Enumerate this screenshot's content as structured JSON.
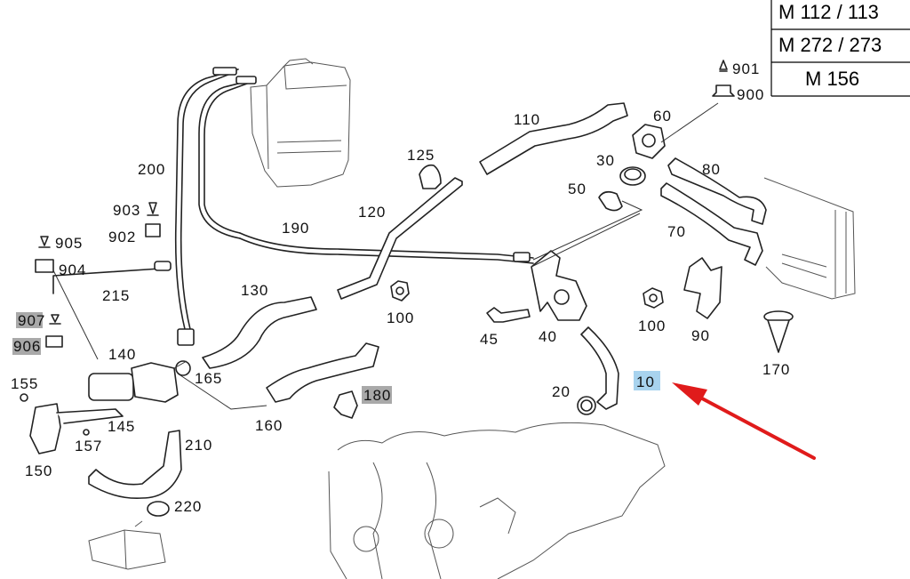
{
  "engine_codes": [
    "M 112 / 113",
    "M 272 / 273",
    "M 156"
  ],
  "colors": {
    "highlight_gray": "#a9a9a9",
    "highlight_blue": "#a8d3ee",
    "arrow_red": "#e01b1b"
  },
  "labels": {
    "p10": "10",
    "p20": "20",
    "p30": "30",
    "p40": "40",
    "p45": "45",
    "p50": "50",
    "p60": "60",
    "p70": "70",
    "p80": "80",
    "p90": "90",
    "p100a": "100",
    "p100b": "100",
    "p110": "110",
    "p120": "120",
    "p125": "125",
    "p130": "130",
    "p140": "140",
    "p145": "145",
    "p150": "150",
    "p155": "155",
    "p157": "157",
    "p160": "160",
    "p165": "165",
    "p170": "170",
    "p180": "180",
    "p190": "190",
    "p200": "200",
    "p210": "210",
    "p215": "215",
    "p220": "220",
    "p900": "900",
    "p901": "901",
    "p902": "902",
    "p903": "903",
    "p904": "904",
    "p905": "905",
    "p906": "906",
    "p907": "907"
  }
}
